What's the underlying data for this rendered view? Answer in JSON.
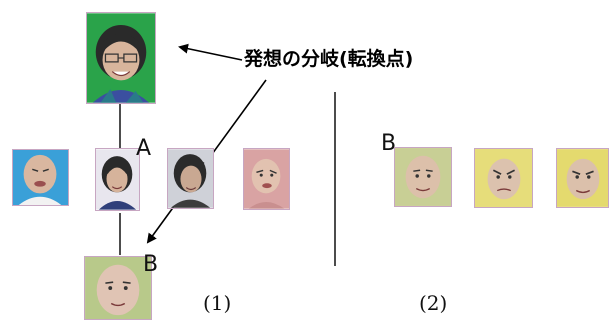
{
  "callout": {
    "text": "発想の分岐(転換点)"
  },
  "labels": {
    "a": "A",
    "b_left": "B",
    "b_right": "B"
  },
  "captions": {
    "left": "(1)",
    "right": "(2)"
  },
  "colors": {
    "top_bg": "#2aa34a",
    "row_bg_1": "#3aa0d8",
    "row_bg_2": "#e8e6ee",
    "row_bg_3": "#cfd1d8",
    "row_bg_4": "#d9a3a3",
    "bottom_bg": "#b8c98a",
    "right_bg_1": "#c8cf95",
    "right_bg_2": "#e6dd7a",
    "right_bg_3": "#e4da6e"
  }
}
